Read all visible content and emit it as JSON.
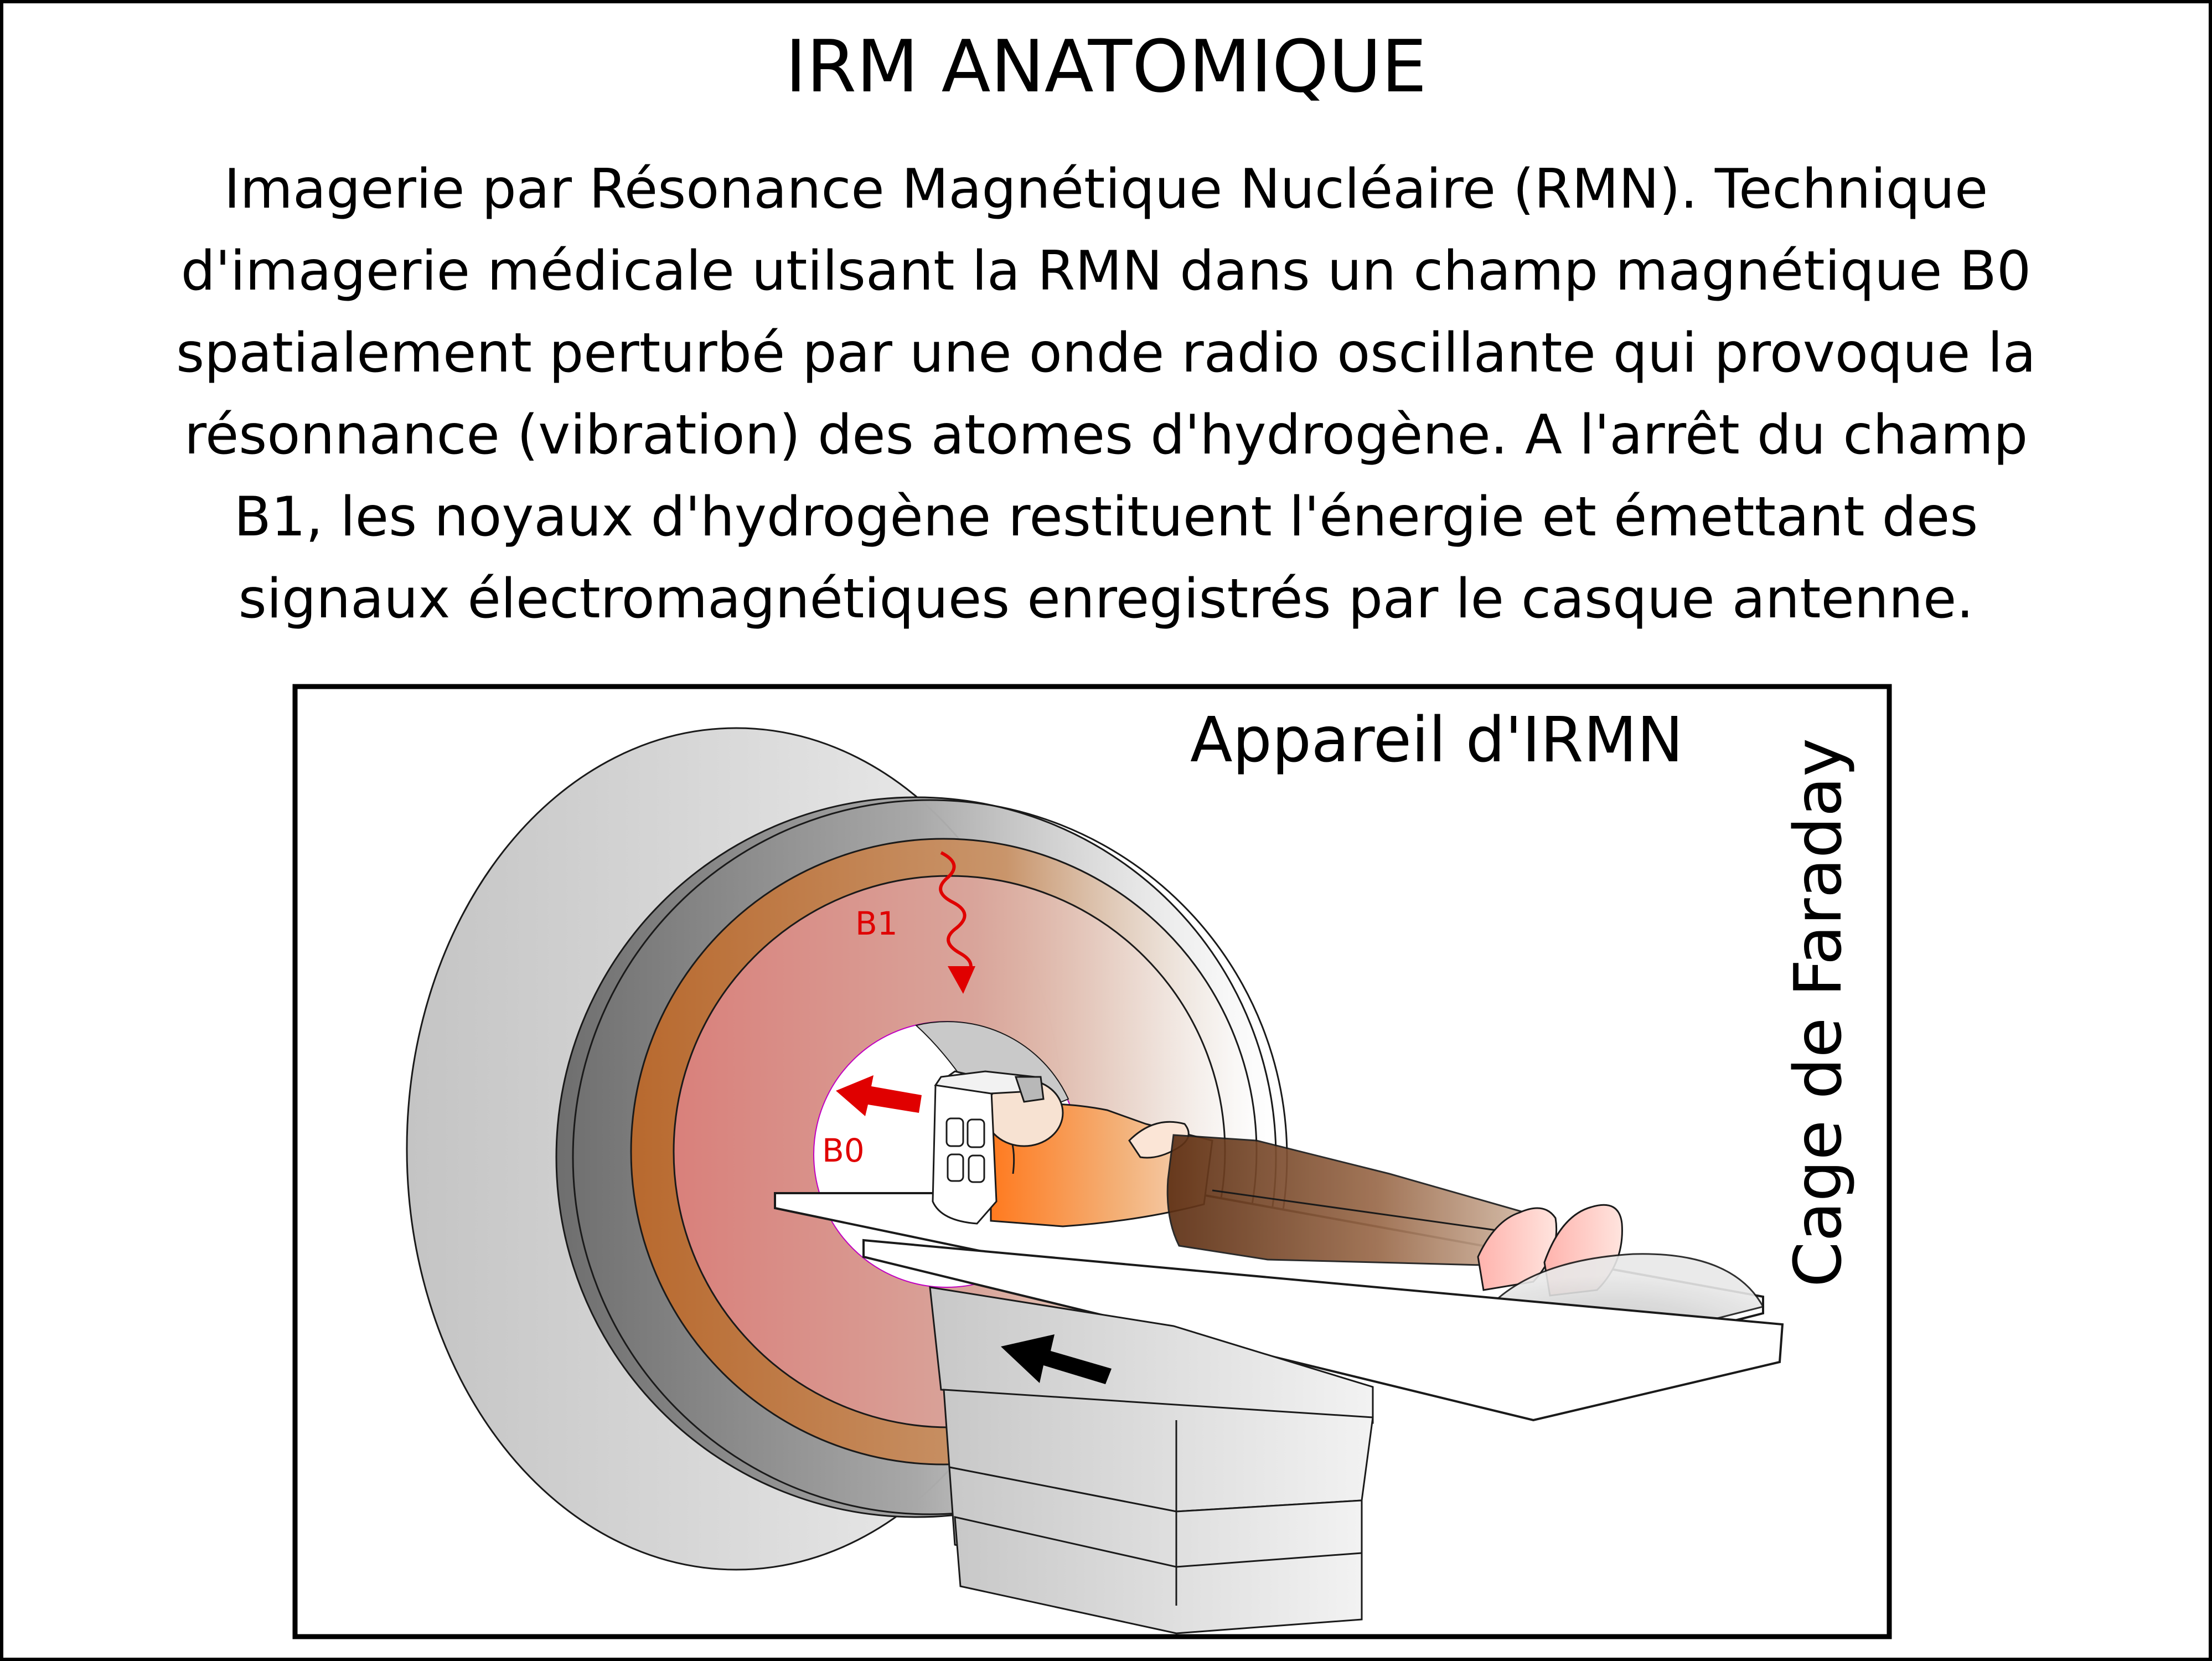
{
  "title": "IRM ANATOMIQUE",
  "description_lines": [
    "Imagerie par Résonance Magnétique Nucléaire (RMN). Technique",
    "d'imagerie médicale utilsant la RMN dans un champ magnétique B0",
    "spatialement perturbé par une onde radio oscillante qui provoque la",
    "résonnance (vibration) des atomes d'hydrogène. A l'arrêt du champ",
    "B1, les noyaux d'hydrogène restituent l'énergie et émettant des",
    "signaux électromagnétiques enregistrés par le casque antenne."
  ],
  "labels": {
    "device": "Appareil d'IRMN",
    "faraday_cage": "Cage de Faraday",
    "b1": "B1",
    "b0": "B0"
  },
  "colors": {
    "field_label": "#e00000",
    "bore_pink": "#d98a84",
    "copper_ring": "#c27a44",
    "outer_gray": "#8a8a8a",
    "table_arrow": "#000000"
  }
}
